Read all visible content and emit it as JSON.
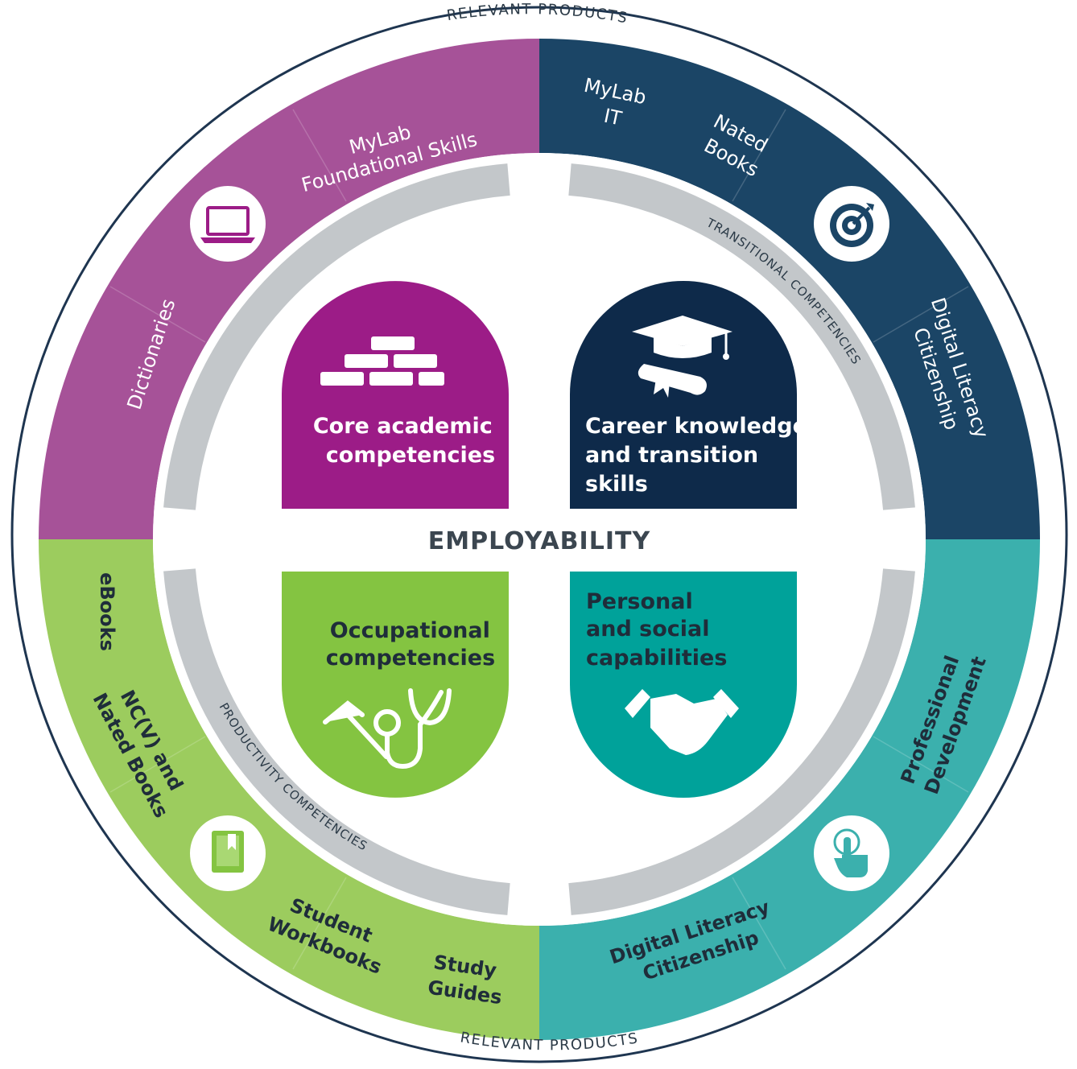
{
  "ring": {
    "top_label": "RELEVANT PRODUCTS",
    "bottom_label": "RELEVANT PRODUCTS"
  },
  "competencies": {
    "transitional": "TRANSITIONAL COMPETENCIES",
    "productivity": "PRODUCTIVITY COMPETENCIES"
  },
  "center": {
    "title": "EMPLOYABILITY"
  },
  "quadrants": [
    {
      "lines": [
        "Core academic",
        "competencies"
      ],
      "color": "#9c1c87",
      "icon": "bricks-icon"
    },
    {
      "lines": [
        "Career knowledge",
        "and transition",
        "skills"
      ],
      "color": "#0e2a4a",
      "icon": "graduation-cap-icon"
    },
    {
      "lines": [
        "Occupational",
        "competencies"
      ],
      "color": "#84c441",
      "icon": "hammer-stethoscope-icon"
    },
    {
      "lines": [
        "Personal",
        "and social",
        "capabilities"
      ],
      "color": "#00a29a",
      "icon": "handshake-icon"
    }
  ],
  "products": {
    "tl": {
      "color": "#a65298",
      "icon": "laptop-icon",
      "items": [
        [
          "MyLab",
          "Foundational Skills"
        ],
        [
          "Dictionaries"
        ]
      ]
    },
    "tr": {
      "color": "#1b4566",
      "icon": "target-icon",
      "items": [
        [
          "MyLab",
          "IT"
        ],
        [
          "Nated",
          "Books"
        ],
        [
          "Digital Literacy",
          "Citizenship"
        ]
      ]
    },
    "bl": {
      "color": "#9ccc5e",
      "icon": "book-icon",
      "items": [
        [
          "eBooks"
        ],
        [
          "NC(V) and",
          "Nated Books"
        ],
        [
          "Student",
          "Workbooks"
        ],
        [
          "Study",
          "Guides"
        ]
      ]
    },
    "br": {
      "color": "#3bb0ad",
      "icon": "touch-icon",
      "items": [
        [
          "Professional",
          "Development"
        ],
        [
          "Digital Literacy",
          "Citizenship"
        ]
      ]
    }
  },
  "colors": {
    "inner_ring": "#c3c7ca",
    "outer_ring_stroke": "#1e3550"
  }
}
